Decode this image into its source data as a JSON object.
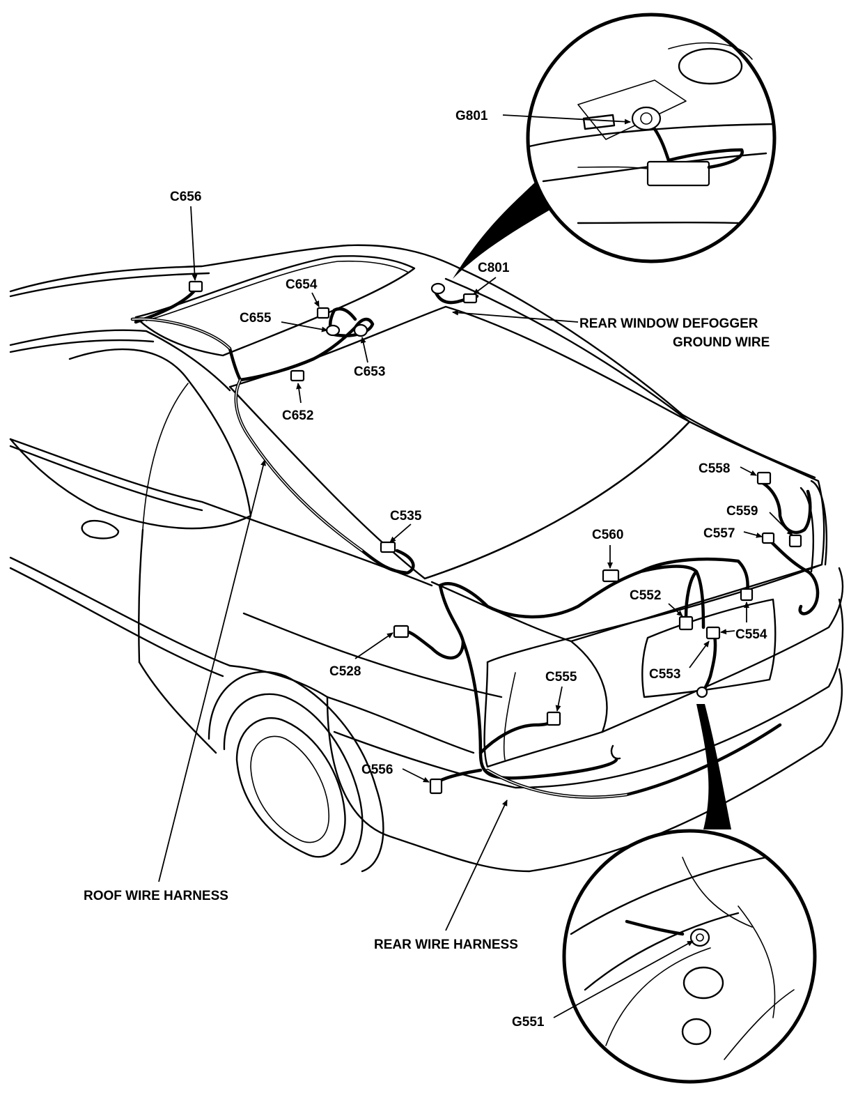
{
  "labels": {
    "g801": "G801",
    "c656": "C656",
    "c801": "C801",
    "c654": "C654",
    "c655": "C655",
    "c653": "C653",
    "c652": "C652",
    "defogger_line1": "REAR WINDOW DEFOGGER",
    "defogger_line2": "GROUND WIRE",
    "c558": "C558",
    "c559": "C559",
    "c557": "C557",
    "c535": "C535",
    "c560": "C560",
    "c552": "C552",
    "c554": "C554",
    "c553": "C553",
    "c528": "C528",
    "c555": "C555",
    "c556": "C556",
    "roof_harness": "ROOF WIRE HARNESS",
    "rear_harness": "REAR WIRE HARNESS",
    "g551": "G551"
  },
  "colors": {
    "ink": "#000000",
    "paper": "#ffffff"
  }
}
